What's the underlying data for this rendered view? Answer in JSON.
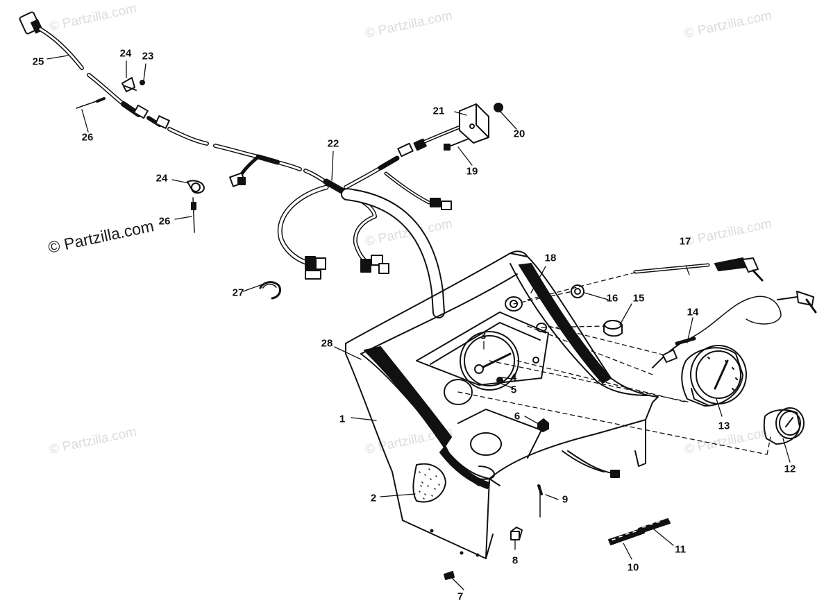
{
  "watermark": "© Partzilla.com",
  "callouts": {
    "c1": "1",
    "c2": "2",
    "c3": "3",
    "c4": "4",
    "c5": "5",
    "c6": "6",
    "c7": "7",
    "c8": "8",
    "c9": "9",
    "c10": "10",
    "c11": "11",
    "c12": "12",
    "c13": "13",
    "c14": "14",
    "c15": "15",
    "c16": "16",
    "c17": "17",
    "c18": "18",
    "c19": "19",
    "c20": "20",
    "c21": "21",
    "c22": "22",
    "c23": "23",
    "c24a": "24",
    "c24b": "24",
    "c25": "25",
    "c26a": "26",
    "c26b": "26",
    "c27": "27",
    "c28": "28"
  }
}
